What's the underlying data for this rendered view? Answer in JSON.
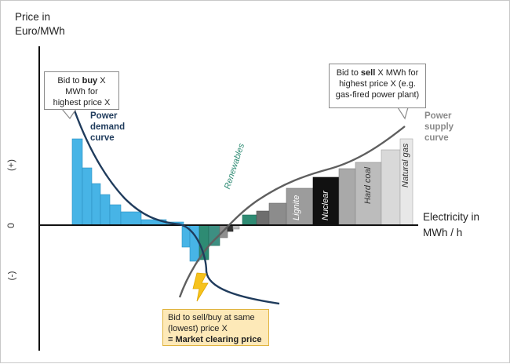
{
  "axis": {
    "y_title_line1": "Price in",
    "y_title_line2": "Euro/MWh",
    "x_title_line1": "Electricity in",
    "x_title_line2": "MWh / h",
    "plus_label": "(+)",
    "zero_label": "0",
    "minus_label": "(-)"
  },
  "callouts": {
    "buy": {
      "line1_prefix": "Bid to ",
      "line1_bold": "buy",
      "line1_suffix": " X",
      "line2": "MWh for",
      "line3": "highest price X"
    },
    "sell": {
      "line1_prefix": "Bid to ",
      "line1_bold": "sell",
      "line1_suffix": " X MWh for",
      "line2": "highest price X (e.g.",
      "line3": "gas-fired power plant)"
    },
    "clearing": {
      "line1": "Bid to sell/buy at same",
      "line2": "(lowest) price X",
      "line3": "= Market clearing price"
    }
  },
  "curves": {
    "demand": {
      "line1": "Power",
      "line2": "demand",
      "line3": "curve",
      "color": "#1f3b5c"
    },
    "supply": {
      "line1": "Power",
      "line2": "supply",
      "line3": "curve",
      "color": "#8a8a8a"
    }
  },
  "sources": {
    "renewables": "Renewables",
    "lignite": "Lignite",
    "nuclear": "Nuclear",
    "hard_coal": "Hard coal",
    "natural_gas": "Natural gas"
  },
  "colors": {
    "demand_bars": "#47b4e6",
    "renewables": "#2e8b73",
    "renewables_text": "#2e8b73",
    "nuclear": "#111111",
    "lightning": "#f6c21c",
    "callout_yellow": "#fde9b8"
  }
}
